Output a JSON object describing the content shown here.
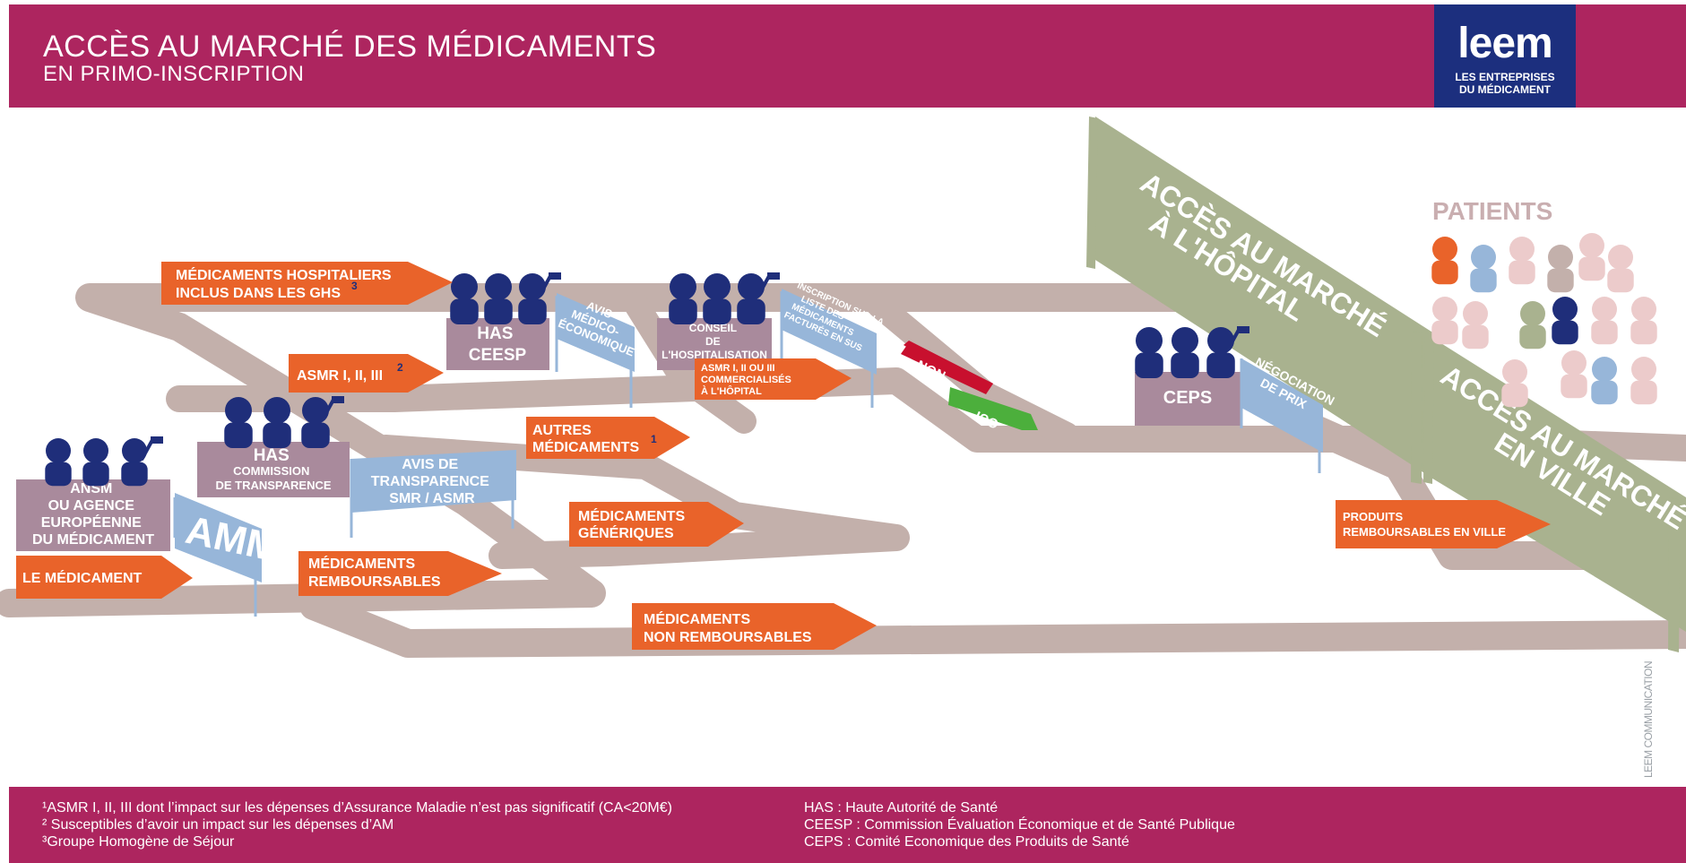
{
  "header": {
    "title": "ACCÈS AU MARCHÉ DES MÉDICAMENTS",
    "subtitle": "EN PRIMO-INSCRIPTION",
    "logo": {
      "word": "leem",
      "line1": "LES ENTREPRISES",
      "line2": "DU MÉDICAMENT"
    }
  },
  "diagram": {
    "actors": {
      "ansm": [
        "ANSM",
        "OU AGENCE",
        "EUROPÉENNE",
        "DU MÉDICAMENT"
      ],
      "has_ct": [
        "HAS",
        "COMMISSION",
        "DE TRANSPARENCE"
      ],
      "has_ceesp": [
        "HAS",
        "CEESP"
      ],
      "conseil": [
        "CONSEIL",
        "DE",
        "L'HOSPITALISATION"
      ],
      "ceps": [
        "CEPS"
      ]
    },
    "flags": {
      "amm": [
        "AMM"
      ],
      "avis_transparence": [
        "AVIS DE",
        "TRANSPARENCE",
        "SMR / ASMR"
      ],
      "avis_medico": [
        "AVIS",
        "MÉDICO-",
        "ÉCONOMIQUE"
      ],
      "inscription": [
        "INSCRIPTION SUR LA",
        "LISTE DES",
        "MÉDICAMENTS",
        "FACTURÉS EN SUS"
      ],
      "negociation": [
        "NÉGOCIATION",
        "DE PRIX"
      ]
    },
    "arrows": {
      "le_medicament": [
        "LE MÉDICAMENT"
      ],
      "remboursables": [
        "MÉDICAMENTS",
        "REMBOURSABLES"
      ],
      "non_remboursables": [
        "MÉDICAMENTS",
        "NON REMBOURSABLES"
      ],
      "generiques": [
        "MÉDICAMENTS",
        "GÉNÉRIQUES"
      ],
      "autres": [
        "AUTRES",
        "MÉDICAMENTS"
      ],
      "autres_sup": "1",
      "asmr123": [
        "ASMR I, II, III"
      ],
      "asmr123_sup": "2",
      "hospitaliers": [
        "MÉDICAMENTS HOSPITALIERS",
        "INCLUS DANS LES GHS"
      ],
      "hospitaliers_sup": "3",
      "asmr_hopital": [
        "ASMR I, II OU  III",
        "COMMERCIALISÉS",
        "À L'HÔPITAL"
      ],
      "produits_ville": [
        "PRODUITS",
        "REMBOURSABLES EN VILLE"
      ]
    },
    "decisions": {
      "non": "NON",
      "oui": "OUI"
    },
    "banners": {
      "hopital": [
        "ACCÈS AU MARCHÉ",
        "À L'HÔPITAL"
      ],
      "ville": [
        "ACCÈS AU MARCHÉ",
        "EN VILLE"
      ]
    },
    "patients_label": "PATIENTS",
    "credit": "LEEM COMMUNICATION",
    "colors": {
      "road": "#c3b0ab",
      "arrow": "#e9632a",
      "flag": "#97b6d9",
      "podium": "#a98a9c",
      "people": "#1f2e7a",
      "banner": "#a9b28f",
      "oui": "#4caf3c",
      "non": "#c8102e",
      "brand": "#ad255f"
    }
  },
  "footer": {
    "notes": [
      "¹ASMR I, II, III dont l’impact sur les dépenses d’Assurance Maladie n’est pas significatif (CA<20M€)",
      "² Susceptibles d’avoir un impact sur les dépenses d’AM",
      "³Groupe Homogène de Séjour"
    ],
    "glossary": [
      "HAS : Haute Autorité de Santé",
      "CEESP : Commission Évaluation Économique et de Santé Publique",
      "CEPS : Comité Economique des Produits de Santé"
    ]
  }
}
